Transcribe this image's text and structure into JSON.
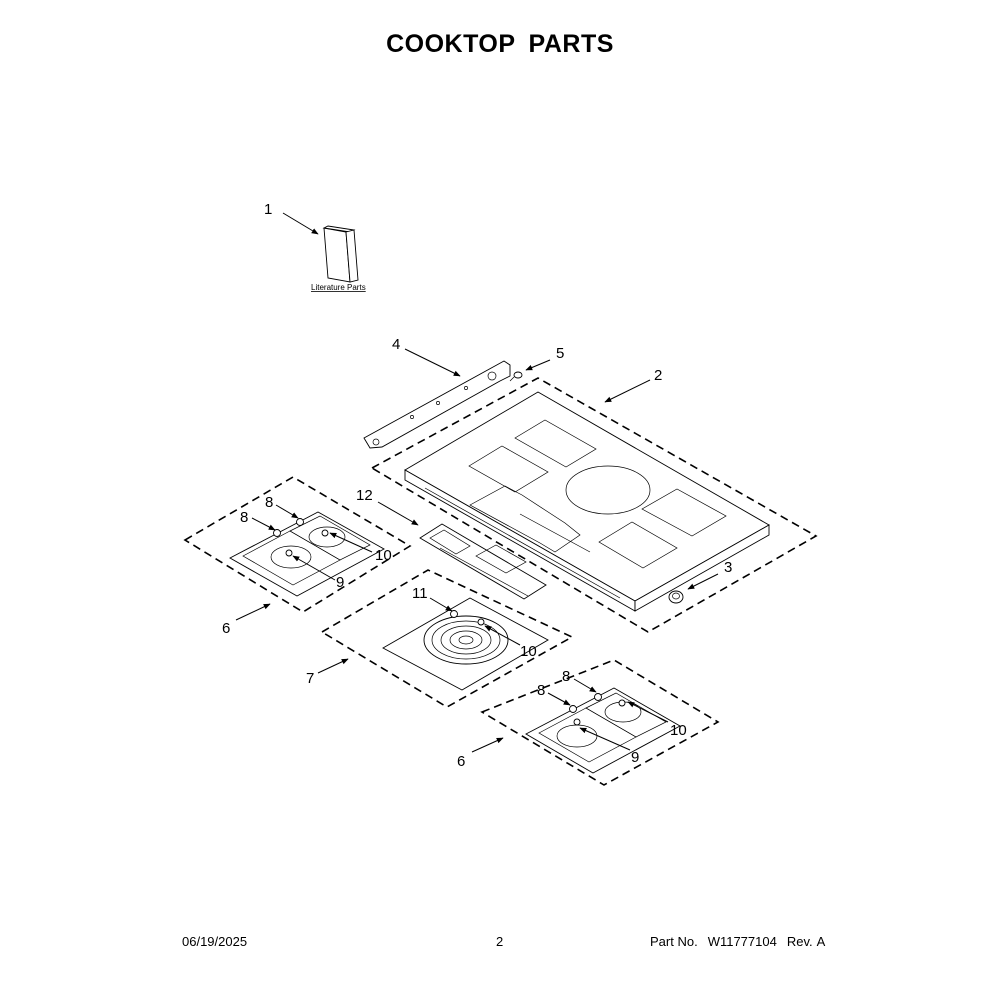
{
  "page_title": "COOKTOP PARTS",
  "callouts": {
    "c1": "1",
    "c2": "2",
    "c3": "3",
    "c4": "4",
    "c5": "5",
    "c6a": "6",
    "c6b": "6",
    "c7": "7",
    "c8a": "8",
    "c8b": "8",
    "c8c": "8",
    "c8d": "8",
    "c9a": "9",
    "c9b": "9",
    "c10a": "10",
    "c10b": "10",
    "c10c": "10",
    "c11": "11",
    "c12": "12"
  },
  "literature_label": "Literature Parts",
  "footer": {
    "date": "06/19/2025",
    "page": "2",
    "part_label": "Part No.",
    "part_number": "W11777104",
    "rev_label": "Rev.",
    "rev": "A"
  }
}
